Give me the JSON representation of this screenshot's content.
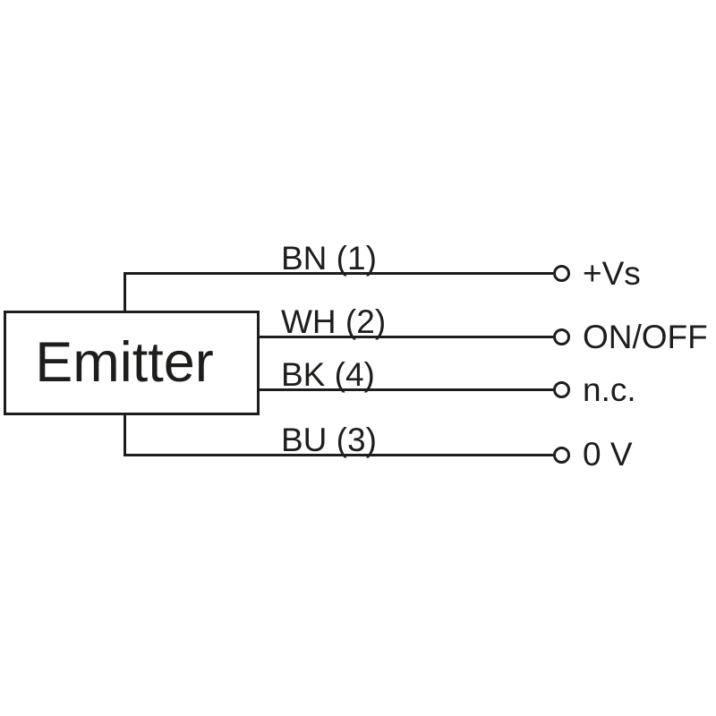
{
  "diagram": {
    "title": "emitter-connection-diagram",
    "device": {
      "label": "Emitter"
    },
    "wires": [
      {
        "label": "BN (1)",
        "terminal": "+Vs"
      },
      {
        "label": "WH (2)",
        "terminal": "ON/OFF"
      },
      {
        "label": "BK (4)",
        "terminal": "n.c."
      },
      {
        "label": "BU (3)",
        "terminal": "0 V"
      }
    ],
    "colors": {
      "line": "#1d1d1b",
      "background": "#ffffff"
    }
  }
}
